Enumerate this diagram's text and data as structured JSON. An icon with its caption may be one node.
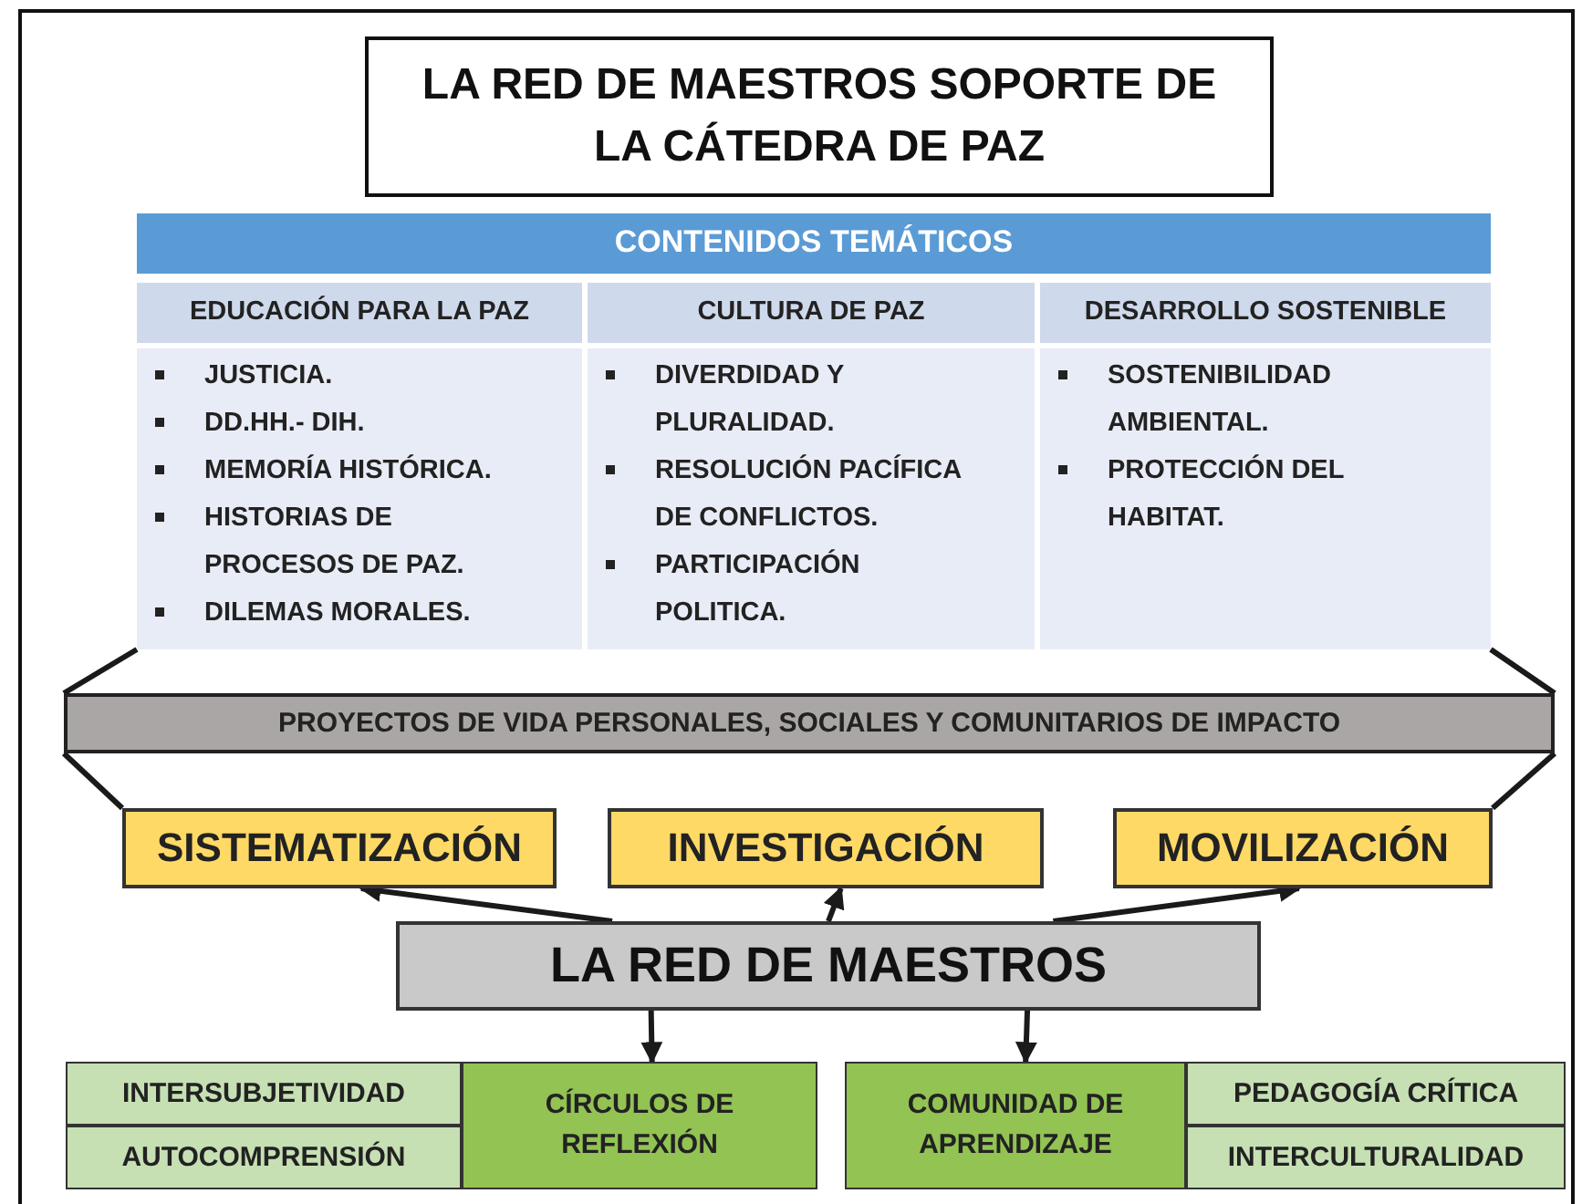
{
  "diagram": {
    "title": "LA RED DE MAESTROS SOPORTE DE LA CÁTEDRA DE PAZ",
    "nodes": [
      {
        "text": [
          "CONTENIDOS TEMÁTICOS"
        ]
      },
      {
        "text": [
          "EDUCACIÓN PARA LA PAZ"
        ]
      },
      {
        "text": [
          "CULTURA DE PAZ"
        ]
      },
      {
        "text": [
          "DESARROLLO SOSTENIBLE"
        ]
      },
      {
        "text": [
          "JUSTICIA.",
          "DD.HH.- DIH.",
          "MEMORÍA HISTÓRICA.",
          "HISTORIAS DE PROCESOS DE PAZ.",
          "DILEMAS MORALES."
        ]
      },
      {
        "text": [
          "DIVERDIDAD Y PLURALIDAD.",
          "RESOLUCIÓN PACÍFICA DE CONFLICTOS.",
          "PARTICIPACIÓN POLITICA."
        ]
      },
      {
        "text": [
          "SOSTENIBILIDAD AMBIENTAL.",
          "PROTECCIÓN DEL HABITAT."
        ]
      },
      {
        "text": [
          "PROYECTOS DE VIDA PERSONALES, SOCIALES Y COMUNITARIOS DE IMPACTO"
        ]
      },
      {
        "text": [
          "SISTEMATIZACIÓN"
        ]
      },
      {
        "text": [
          "INVESTIGACIÓN"
        ]
      },
      {
        "text": [
          "MOVILIZACIÓN"
        ]
      },
      {
        "text": [
          "LA RED DE MAESTROS"
        ]
      },
      {
        "text": [
          "INTERSUBJETIVIDAD"
        ]
      },
      {
        "text": [
          "CÍRCULOS DE REFLEXIÓN"
        ]
      },
      {
        "text": [
          "COMUNIDAD DE APRENDIZAJE"
        ]
      },
      {
        "text": [
          "PEDAGOGÍA CRÍTICA"
        ]
      },
      {
        "text": [
          "AUTOCOMPRENSIÓN"
        ]
      },
      {
        "text": [
          "INTERCULTURALIDAD"
        ]
      }
    ],
    "edges": [
      {
        "from": 11,
        "to": 8,
        "arrow": "to"
      },
      {
        "from": 11,
        "to": 9,
        "arrow": "to"
      },
      {
        "from": 11,
        "to": 10,
        "arrow": "to"
      },
      {
        "from": 11,
        "to": 13,
        "arrow": "to"
      },
      {
        "from": 11,
        "to": 14,
        "arrow": "to"
      },
      {
        "from": 4,
        "to": 7,
        "arrow": "none"
      },
      {
        "from": 6,
        "to": 7,
        "arrow": "none"
      },
      {
        "from": 7,
        "to": 8,
        "arrow": "none"
      },
      {
        "from": 7,
        "to": 10,
        "arrow": "none"
      }
    ]
  }
}
